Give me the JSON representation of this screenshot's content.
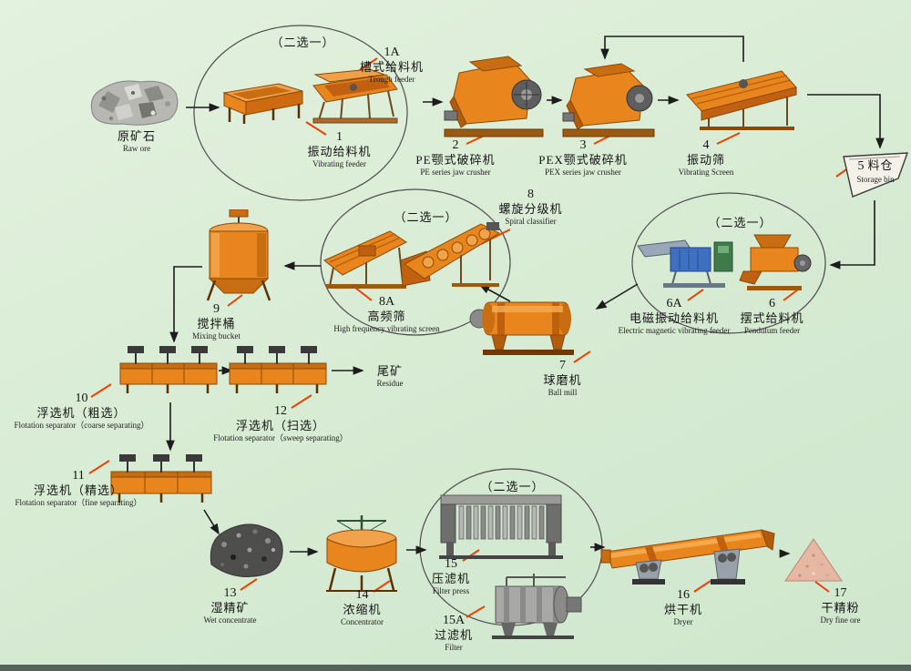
{
  "choice_label": "（二选一）",
  "colors": {
    "background": "#d9ecd5",
    "machine_orange": "#e8851d",
    "leader_red": "#e64400",
    "arrow_black": "#1c1c1c",
    "feeder_blue": "#3e6fc0"
  },
  "nodes": {
    "raw_ore": {
      "num": "",
      "cn": "原矿石",
      "en": "Raw ore"
    },
    "trough_feeder": {
      "num": "1A",
      "cn": "槽式给料机",
      "en": "Trough feeder"
    },
    "vibrating_feeder": {
      "num": "1",
      "cn": "振动给料机",
      "en": "Vibrating feeder"
    },
    "pe_jaw_crusher": {
      "num": "2",
      "cn": "PE颚式破碎机",
      "en": "PE series jaw crusher"
    },
    "pex_jaw_crusher": {
      "num": "3",
      "cn": "PEX颚式破碎机",
      "en": "PEX series jaw crusher"
    },
    "vibrating_screen": {
      "num": "4",
      "cn": "振动筛",
      "en": "Vibrating Screen"
    },
    "storage_bin": {
      "num": "5",
      "cn": "料仓",
      "en": "Storage bin"
    },
    "spiral_classifier": {
      "num": "8",
      "cn": "螺旋分级机",
      "en": "Spiral classifier"
    },
    "high_freq_screen": {
      "num": "8A",
      "cn": "高频筛",
      "en": "High frequency vibrating screen"
    },
    "mixing_bucket": {
      "num": "9",
      "cn": "搅拌桶",
      "en": "Mixing bucket"
    },
    "em_vibrating_feeder": {
      "num": "6A",
      "cn": "电磁振动给料机",
      "en": "Electric magnetic vibrating feeder"
    },
    "pendulum_feeder": {
      "num": "6",
      "cn": "摆式给料机",
      "en": "Pendulum feeder"
    },
    "ball_mill": {
      "num": "7",
      "cn": "球磨机",
      "en": "Ball mill"
    },
    "flotation_coarse": {
      "num": "10",
      "cn": "浮选机（粗选）",
      "en": "Flotation separator（coarse separating）"
    },
    "flotation_sweep": {
      "num": "12",
      "cn": "浮选机（扫选）",
      "en": "Flotation separator（sweep separating）"
    },
    "residue": {
      "num": "",
      "cn": "尾矿",
      "en": "Residue"
    },
    "flotation_fine": {
      "num": "11",
      "cn": "浮选机（精选）",
      "en": "Flotation separator（fine separating）"
    },
    "wet_concentrate": {
      "num": "13",
      "cn": "湿精矿",
      "en": "Wet concentrate"
    },
    "concentrator": {
      "num": "14",
      "cn": "浓缩机",
      "en": "Concentrator"
    },
    "filter_press": {
      "num": "15",
      "cn": "压滤机",
      "en": "Filter press"
    },
    "filter": {
      "num": "15A",
      "cn": "过滤机",
      "en": "Filter"
    },
    "dryer": {
      "num": "16",
      "cn": "烘干机",
      "en": "Dryer"
    },
    "dry_fine_ore": {
      "num": "17",
      "cn": "干精粉",
      "en": "Dry fine ore"
    }
  }
}
